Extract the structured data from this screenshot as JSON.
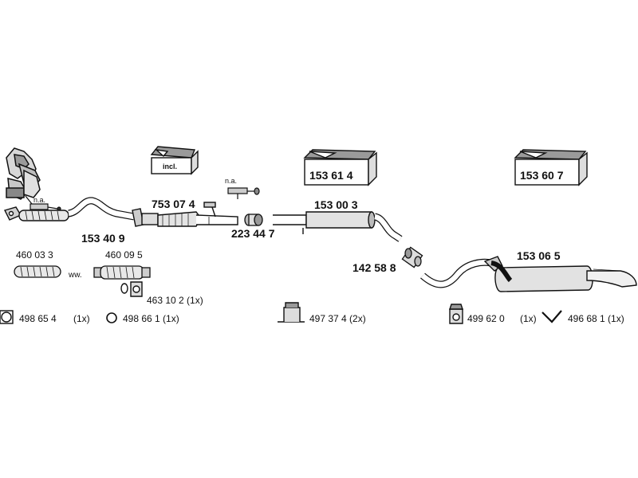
{
  "parts": {
    "p153409": "153 40 9",
    "p753074": "753 07 4",
    "p223447": "223 44 7",
    "p153003": "153 00 3",
    "p142588": "142 58 8",
    "p153065": "153 06 5",
    "p460033": "460 03 3",
    "p460095": "460 09 5",
    "box1": "153 61 4",
    "box2": "153 60 7"
  },
  "notes": {
    "na1": "n.a.",
    "na2": "n.a.",
    "incl": "incl.",
    "ww": "ww."
  },
  "accessories": {
    "a463102": "463 10 2 (1x)",
    "a498654": "498 65 4",
    "a498654_qty": "(1x)",
    "a498661": "498 66 1 (1x)",
    "a497374": "497 37 4 (2x)",
    "a499620": "499 62 0",
    "a499620_qty": "(1x)",
    "a496681": "496 68 1 (1x)"
  }
}
